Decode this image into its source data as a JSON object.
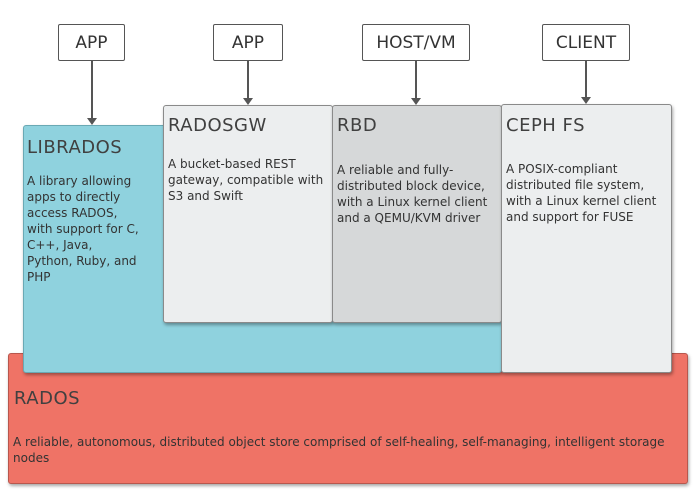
{
  "top_boxes": [
    {
      "label": "APP"
    },
    {
      "label": "APP"
    },
    {
      "label": "HOST/VM"
    },
    {
      "label": "CLIENT"
    }
  ],
  "components": {
    "librados": {
      "title": "LIBRADOS",
      "description": "A library allowing apps to directly access RADOS, with support for C, C++, Java, Python, Ruby, and PHP",
      "color": "#8fd2de"
    },
    "radosgw": {
      "title": "RADOSGW",
      "description": "A bucket-based REST gateway, compatible with S3 and Swift",
      "color": "#eceeef"
    },
    "rbd": {
      "title": "RBD",
      "description": "A reliable and fully-distributed block device, with a Linux kernel client and a QEMU/KVM driver",
      "color": "#d6d8d9"
    },
    "cephfs": {
      "title": "CEPH FS",
      "description": "A POSIX-compliant distributed file system, with a Linux kernel client and support for FUSE",
      "color": "#eceeef"
    },
    "rados": {
      "title": "RADOS",
      "description": "A reliable, autonomous, distributed object store comprised of self-healing, self-managing, intelligent storage nodes",
      "color": "#ef7366"
    }
  }
}
